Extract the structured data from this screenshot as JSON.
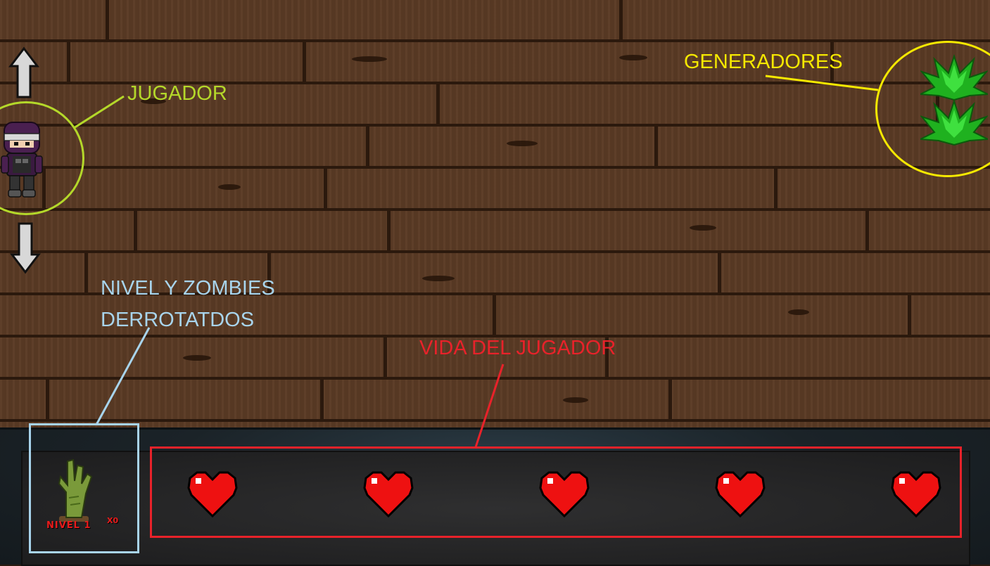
{
  "annotations": {
    "player": "JUGADOR",
    "generators": "GENERADORES",
    "level_line1": "NIVEL Y ZOMBIES",
    "level_line2": "DERROTATDOS",
    "life": "VIDA DEL JUGADOR"
  },
  "hud": {
    "level_label": "NIVEL 1",
    "kills_label": "X0",
    "hearts": 5
  },
  "icons": {
    "up": "arrow-up-icon",
    "down": "arrow-down-icon",
    "player": "ninja-player-sprite",
    "generator": "green-bush-generator",
    "zombie": "zombie-hand-icon",
    "heart": "pixel-heart-icon"
  },
  "colors": {
    "player_annotation": "#b4d82a",
    "generator_annotation": "#f5e800",
    "level_annotation": "#a8d4ec",
    "life_annotation": "#e8222a",
    "heart": "#ee1111"
  }
}
